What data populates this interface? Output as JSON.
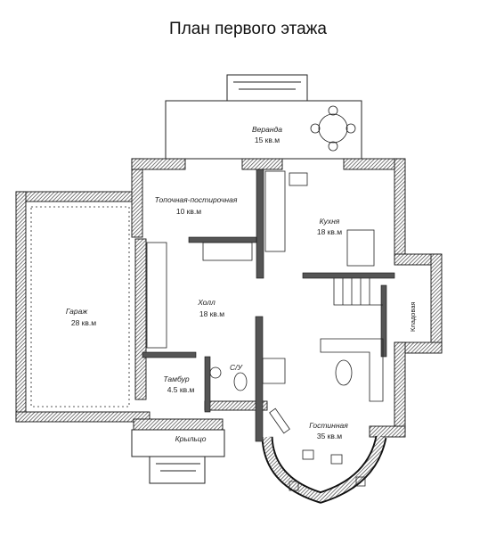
{
  "title": "План первого этажа",
  "rooms": {
    "veranda": {
      "name": "Веранда",
      "area": "15 кв.м"
    },
    "boiler": {
      "name": "Топочная-постирочная",
      "area": "10 кв.м"
    },
    "kitchen": {
      "name": "Кухня",
      "area": "18 кв.м"
    },
    "garage": {
      "name": "Гараж",
      "area": "28 кв.м"
    },
    "hall": {
      "name": "Холл",
      "area": "18 кв.м"
    },
    "pantry": {
      "name": "Кладовая"
    },
    "wc": {
      "name": "С/У"
    },
    "vestibule": {
      "name": "Тамбур",
      "area": "4.5 кв.м"
    },
    "living": {
      "name": "Гостинная",
      "area": "35 кв.м"
    },
    "porch": {
      "name": "Крыльцо"
    }
  }
}
